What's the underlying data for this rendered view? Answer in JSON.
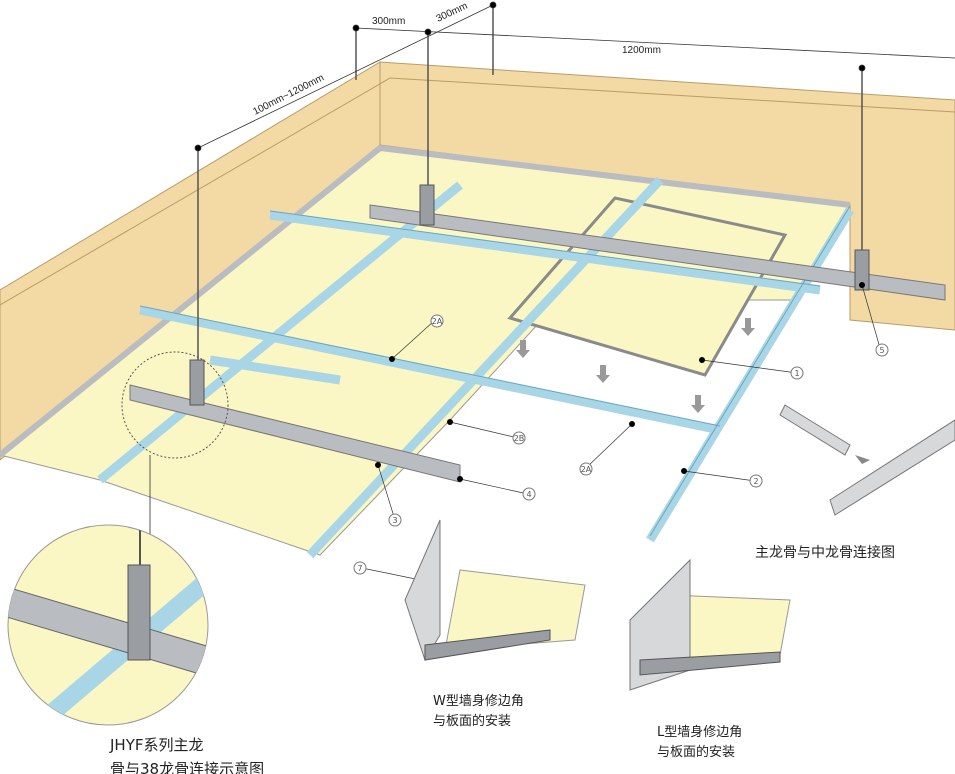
{
  "dimensions": {
    "d_300_a": "300mm",
    "d_300_b": "300mm",
    "d_1200": "1200mm",
    "d_range": "100mm~1200mm"
  },
  "callouts": {
    "c1": "1",
    "c2": "2",
    "c2a_top": "2A",
    "c2a_mid": "2A",
    "c2b": "2B",
    "c3": "3",
    "c4": "4",
    "c5": "5",
    "c7": "7"
  },
  "captions": {
    "inset_line1": "JHYF系列主龙",
    "inset_line2": "骨与38龙骨连接示意图",
    "w_line1": "W型墙身修边角",
    "w_line2": "与板面的安装",
    "l_line1": "L型墙身修边角",
    "l_line2": "与板面的安装",
    "connection": "主龙骨与中龙骨连接图"
  },
  "colors": {
    "wall": "#f3d9a4",
    "panel": "#fbf7c4",
    "tee": "#a9d6e6",
    "main_channel": "#b9bcc0"
  }
}
